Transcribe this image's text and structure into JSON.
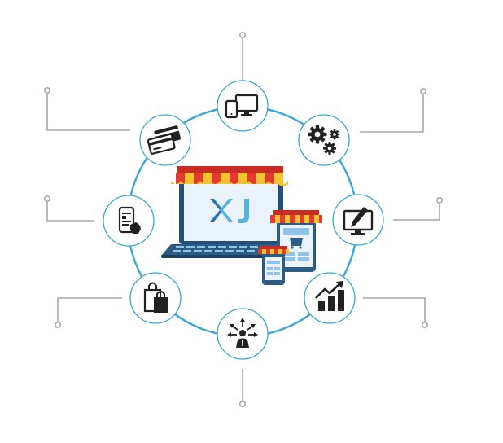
{
  "diagram": {
    "center": {
      "logo_text": "XJ",
      "colors": {
        "accent": "#3aa6d6",
        "awning_red": "#e33b2e",
        "awning_yellow": "#f5c231",
        "device_blue": "#2c5b86"
      }
    },
    "nodes": [
      {
        "id": "devices",
        "icon": "devices-icon"
      },
      {
        "id": "settings",
        "icon": "gears-icon"
      },
      {
        "id": "design",
        "icon": "design-monitor-icon"
      },
      {
        "id": "growth",
        "icon": "growth-chart-icon"
      },
      {
        "id": "customer",
        "icon": "network-person-icon"
      },
      {
        "id": "shopping",
        "icon": "shopping-bag-icon"
      },
      {
        "id": "mobile-payment",
        "icon": "mobile-payment-icon"
      },
      {
        "id": "cards",
        "icon": "credit-cards-icon"
      }
    ]
  }
}
